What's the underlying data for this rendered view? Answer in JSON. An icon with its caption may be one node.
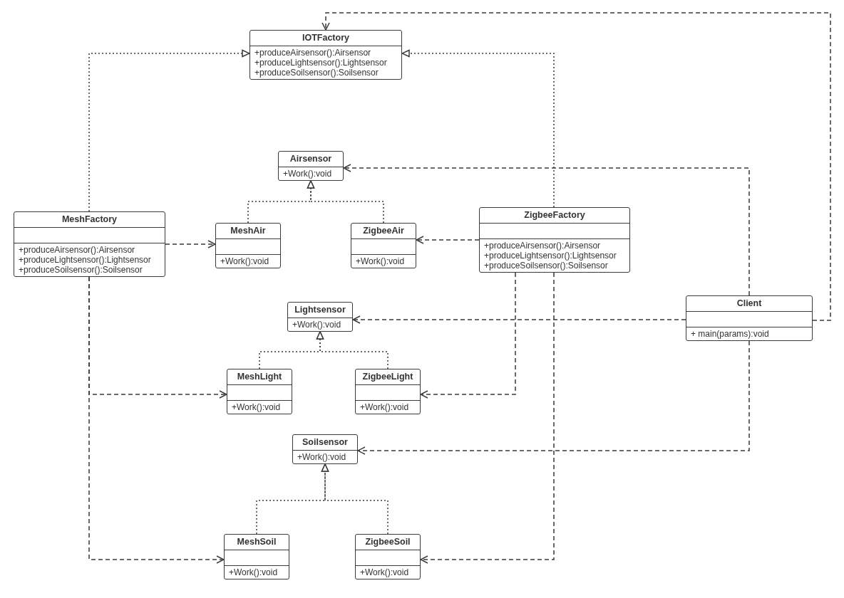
{
  "diagram": {
    "nodes": [
      {
        "text": [
          "IOTFactory",
          "+produceAirsensor():Airsensor",
          "+produceLightsensor():Lightsensor",
          "+produceSoilsensor():Soilsensor"
        ]
      },
      {
        "text": [
          "Airsensor",
          "+Work():void"
        ]
      },
      {
        "text": [
          "MeshFactory",
          "+produceAirsensor():Airsensor",
          "+produceLightsensor():Lightsensor",
          "+produceSoilsensor():Soilsensor"
        ]
      },
      {
        "text": [
          "MeshAir",
          "+Work():void"
        ]
      },
      {
        "text": [
          "ZigbeeAir",
          "+Work():void"
        ]
      },
      {
        "text": [
          "ZigbeeFactory",
          "+produceAirsensor():Airsensor",
          "+produceLightsensor():Lightsensor",
          "+produceSoilsensor():Soilsensor"
        ]
      },
      {
        "text": [
          "Client",
          "+ main(params):void"
        ]
      },
      {
        "text": [
          "Lightsensor",
          "+Work():void"
        ]
      },
      {
        "text": [
          "MeshLight",
          "+Work():void"
        ]
      },
      {
        "text": [
          "ZigbeeLight",
          "+Work():void"
        ]
      },
      {
        "text": [
          "Soilsensor",
          "+Work():void"
        ]
      },
      {
        "text": [
          "MeshSoil",
          "+Work():void"
        ]
      },
      {
        "text": [
          "ZigbeeSoil",
          "+Work():void"
        ]
      }
    ],
    "edges": [
      {
        "from": 2,
        "to": 0,
        "arrow": "to"
      },
      {
        "from": 5,
        "to": 0,
        "arrow": "to"
      },
      {
        "from": 3,
        "to": 1,
        "arrow": "to"
      },
      {
        "from": 4,
        "to": 1,
        "arrow": "to"
      },
      {
        "from": 8,
        "to": 7,
        "arrow": "to"
      },
      {
        "from": 9,
        "to": 7,
        "arrow": "to"
      },
      {
        "from": 11,
        "to": 10,
        "arrow": "to"
      },
      {
        "from": 12,
        "to": 10,
        "arrow": "to"
      },
      {
        "from": 2,
        "to": 3,
        "arrow": "to",
        "style": "dashed"
      },
      {
        "from": 2,
        "to": 8,
        "arrow": "to",
        "style": "dashed"
      },
      {
        "from": 2,
        "to": 11,
        "arrow": "to",
        "style": "dashed"
      },
      {
        "from": 5,
        "to": 4,
        "arrow": "to",
        "style": "dashed"
      },
      {
        "from": 5,
        "to": 9,
        "arrow": "to",
        "style": "dashed"
      },
      {
        "from": 5,
        "to": 12,
        "arrow": "to",
        "style": "dashed"
      },
      {
        "from": 6,
        "to": 0,
        "arrow": "to",
        "style": "dashed"
      },
      {
        "from": 6,
        "to": 1,
        "arrow": "to",
        "style": "dashed"
      },
      {
        "from": 6,
        "to": 7,
        "arrow": "to",
        "style": "dashed"
      },
      {
        "from": 6,
        "to": 10,
        "arrow": "to",
        "style": "dashed"
      }
    ]
  }
}
